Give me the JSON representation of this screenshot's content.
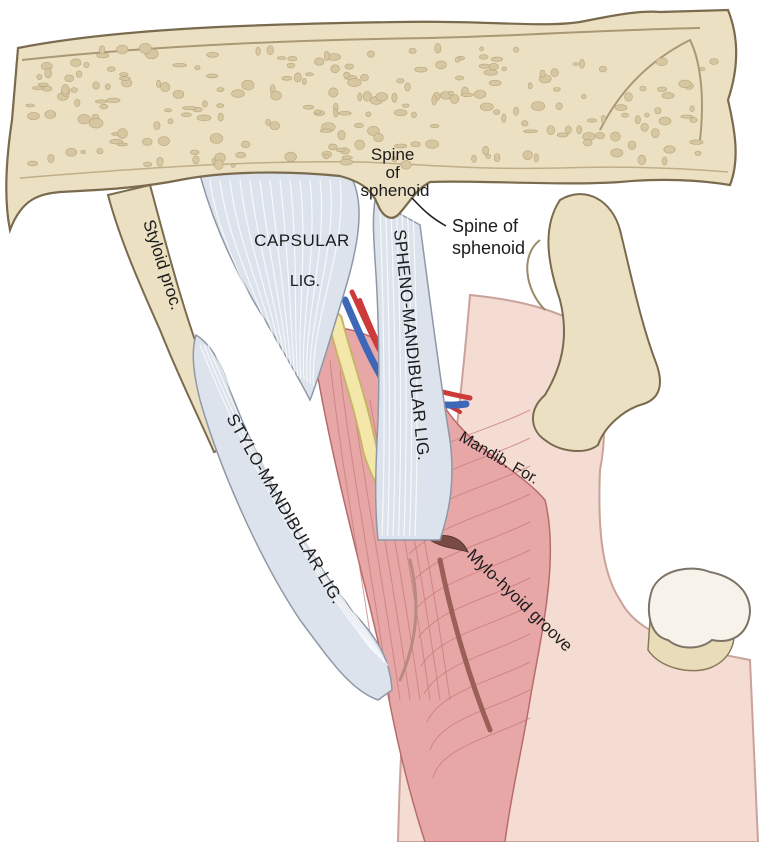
{
  "colors": {
    "bone": "#ece0c2",
    "bone_outline": "#7a6a4e",
    "bone_pore": "#d7c7a1",
    "ligament": "#dde3ec",
    "ligament_outline": "#8f98a6",
    "ligament_fiber": "#ffffff",
    "muscle": "#e7a7a7",
    "muscle_fiber": "#c97a7a",
    "mandible_soft": "#f4dcd3",
    "artery": "#cc3a3a",
    "vein": "#3d67b8",
    "nerve": "#f3e7a9",
    "tooth": "#f7f3ea"
  },
  "labels": {
    "spine_top": [
      "Spine",
      "of",
      "sphenoid"
    ],
    "spine_callout": [
      "Spine of",
      "sphenoid"
    ],
    "capsular": [
      "CAPSULAR",
      "LIG."
    ],
    "styloid": "Styloid proc.",
    "spheno_mandibular": "SPHENO-MANDIBULAR LIG.",
    "stylo_mandibular": "STYLO-MANDIBULAR LIG.",
    "mandib_for": "Mandib. For.",
    "mylo_hyoid": "Mylo-hyoid groove"
  }
}
